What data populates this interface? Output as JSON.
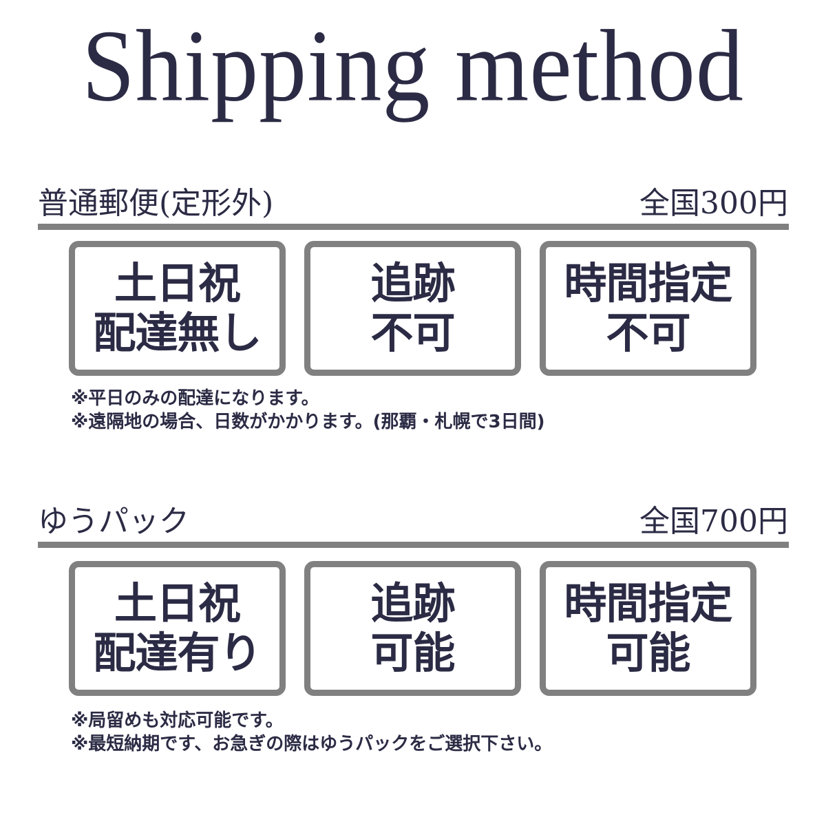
{
  "title": "Shipping method",
  "sections": [
    {
      "name": "普通郵便(定形外)",
      "price": "全国300円",
      "features": [
        {
          "line1": "土日祝",
          "line2": "配達無し"
        },
        {
          "line1": "追跡",
          "line2": "不可"
        },
        {
          "line1": "時間指定",
          "line2": "不可"
        }
      ],
      "notes": [
        "※平日のみの配達になります。",
        "※遠隔地の場合、日数がかかります。(那覇・札幌で3日間)"
      ]
    },
    {
      "name": "ゆうパック",
      "price": "全国700円",
      "features": [
        {
          "line1": "土日祝",
          "line2": "配達有り"
        },
        {
          "line1": "追跡",
          "line2": "可能"
        },
        {
          "line1": "時間指定",
          "line2": "可能"
        }
      ],
      "notes": [
        "※局留めも対応可能です。",
        "※最短納期です、お急ぎの際はゆうパックをご選択下さい。"
      ]
    }
  ],
  "colors": {
    "text": "#2b2b45",
    "border": "#808080",
    "background": "#ffffff"
  }
}
